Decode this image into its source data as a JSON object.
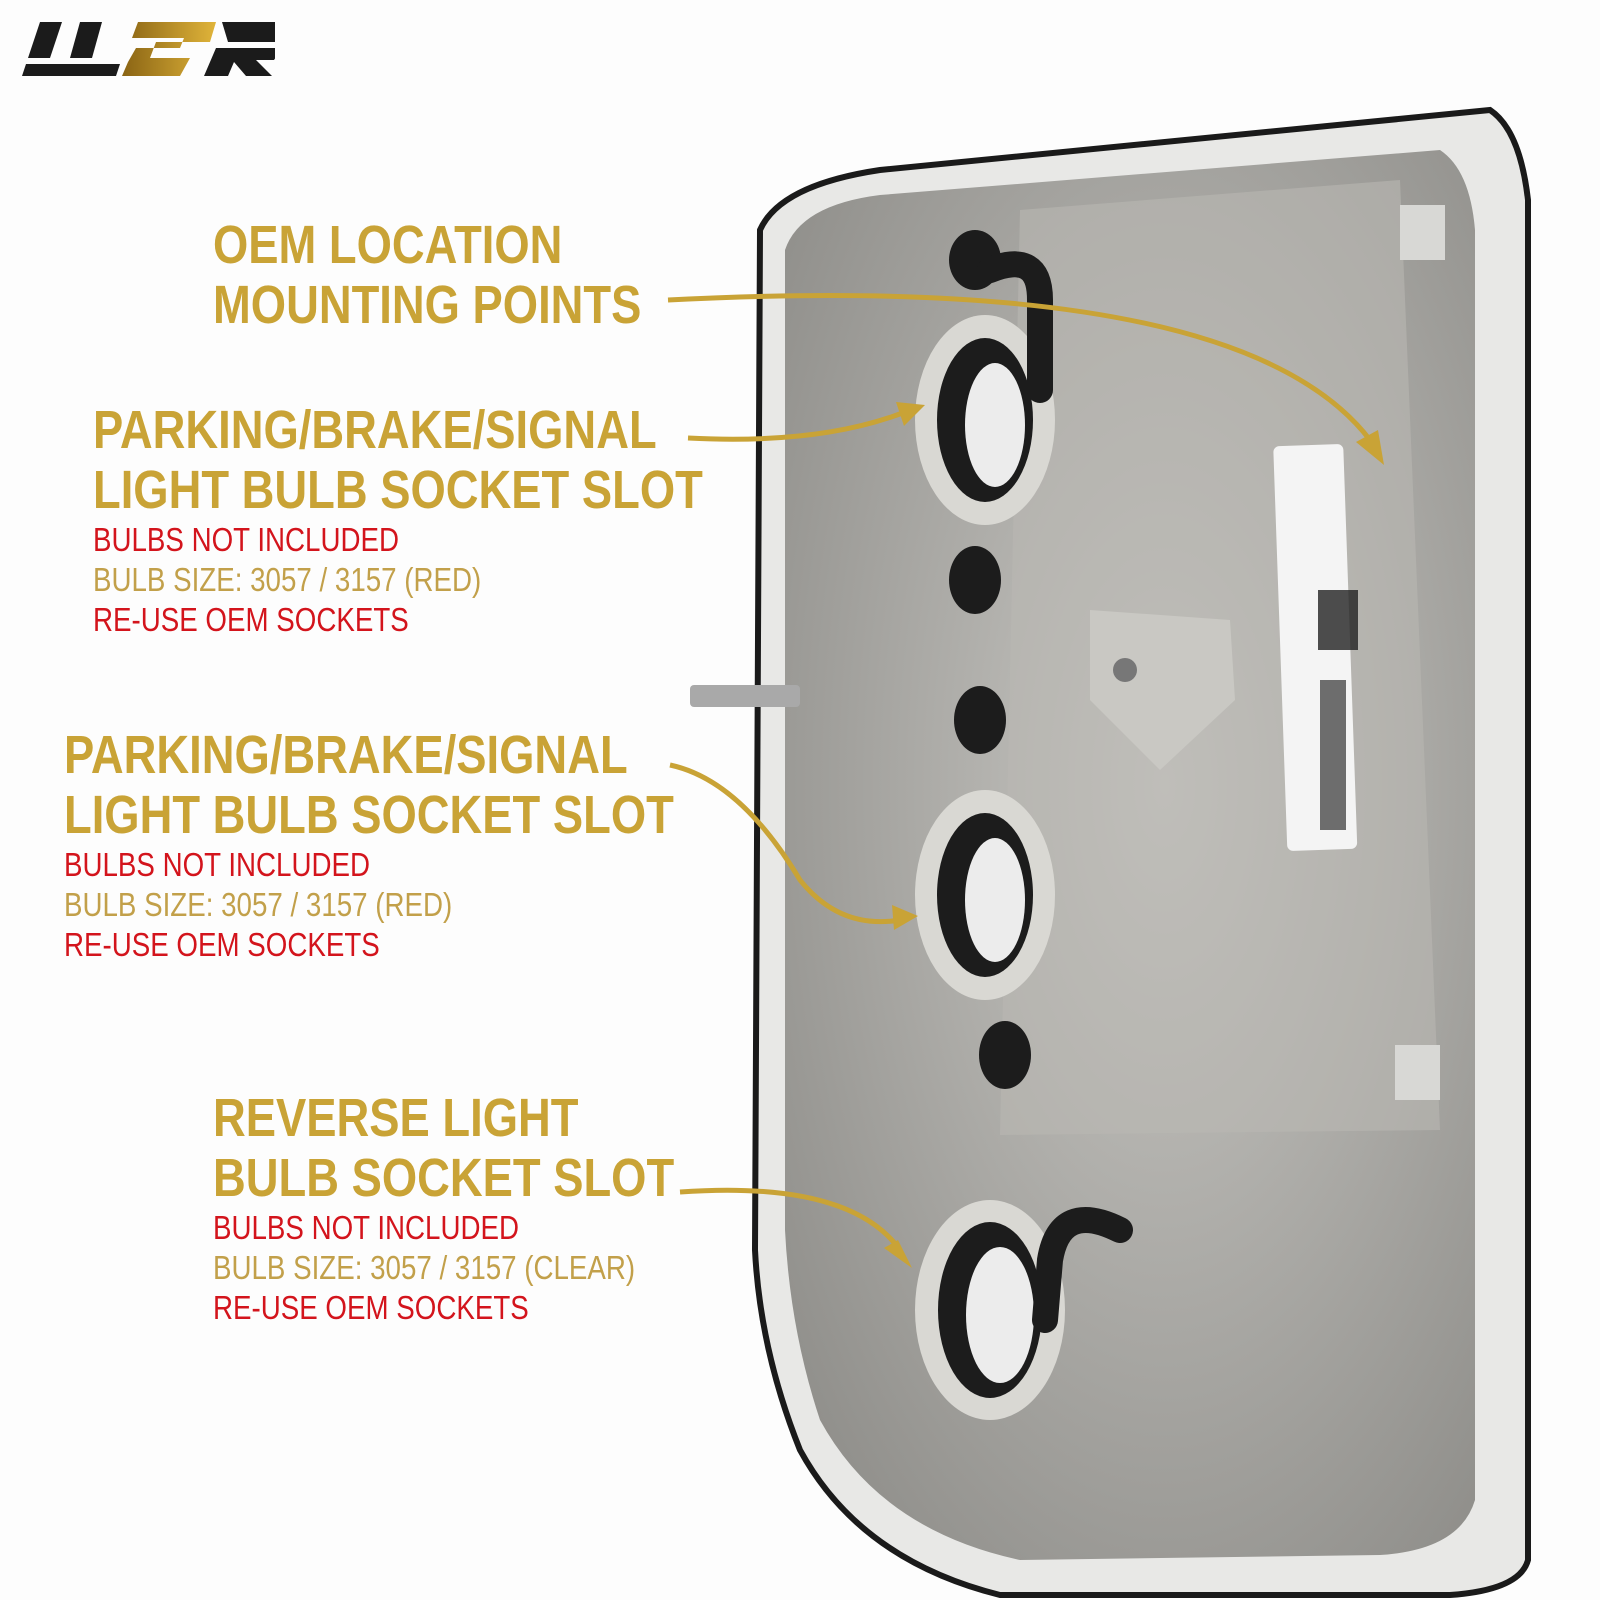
{
  "brand": {
    "logo_text": "USR",
    "gold": "#c9a336",
    "red": "#d3141c"
  },
  "callouts": [
    {
      "title_lines": [
        "OEM LOCATION",
        "MOUNTING POINTS"
      ],
      "notes": []
    },
    {
      "title_lines": [
        "PARKING/BRAKE/SIGNAL",
        "LIGHT BULB SOCKET SLOT"
      ],
      "notes": [
        "BULBS NOT INCLUDED",
        "BULB SIZE: 3057 / 3157 (RED)",
        "RE-USE OEM SOCKETS"
      ]
    },
    {
      "title_lines": [
        "PARKING/BRAKE/SIGNAL",
        "LIGHT BULB SOCKET SLOT"
      ],
      "notes": [
        "BULBS NOT INCLUDED",
        "BULB SIZE: 3057 / 3157 (RED)",
        "RE-USE OEM SOCKETS"
      ]
    },
    {
      "title_lines": [
        "REVERSE LIGHT",
        "BULB SOCKET SLOT"
      ],
      "notes": [
        "BULBS NOT INCLUDED",
        "BULB SIZE: 3057 / 3157 (CLEAR)",
        "RE-USE OEM SOCKETS"
      ]
    }
  ]
}
